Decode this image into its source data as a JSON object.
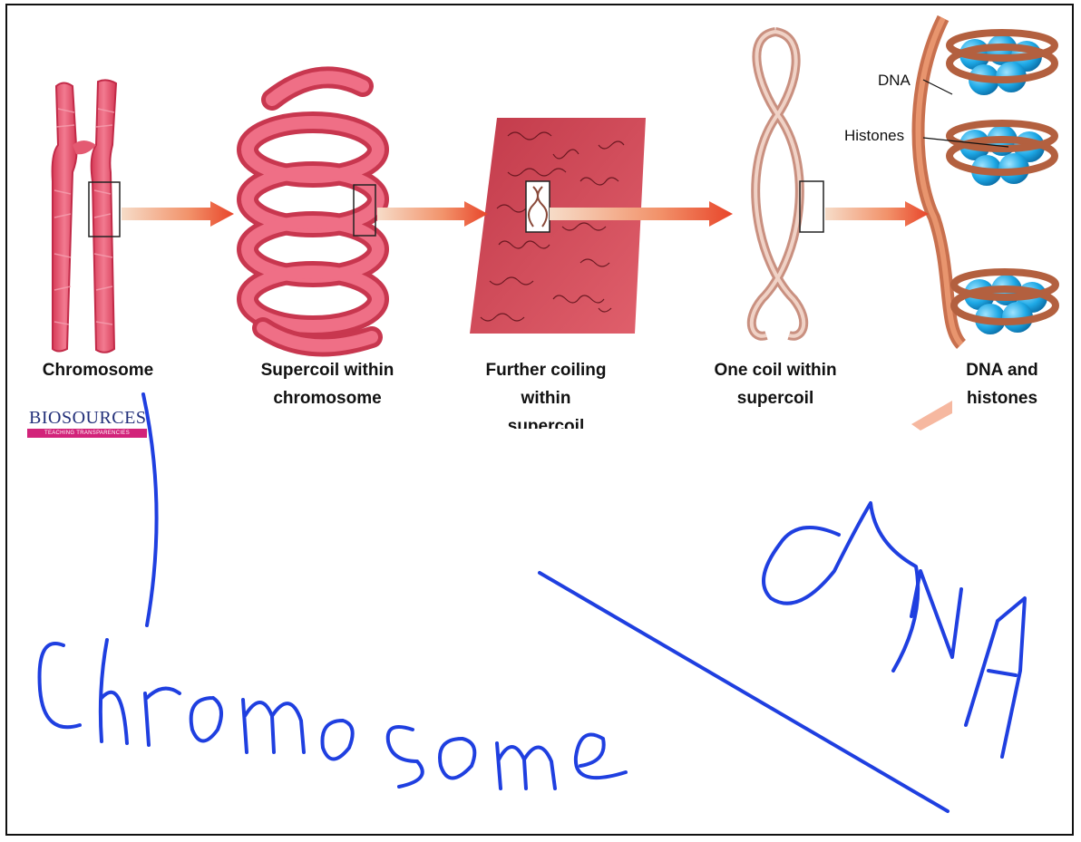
{
  "stages": [
    {
      "id": "chromosome",
      "label": "Chromosome"
    },
    {
      "id": "supercoil",
      "label": "Supercoil within\nchromosome"
    },
    {
      "id": "further",
      "label": "Further coiling\nwithin\nsupercoil"
    },
    {
      "id": "onecoil",
      "label": "One coil within\nsupercoil"
    },
    {
      "id": "dna",
      "label": "DNA and\nhistones"
    }
  ],
  "callouts": {
    "dna": "DNA",
    "histones": "Histones"
  },
  "logo": {
    "main": "BIOSOURCES",
    "sub": "TEACHING TRANSPARENCIES"
  },
  "handwriting": {
    "left_word": "Chromosome",
    "right_word": "DNA",
    "ink_color": "#1f3fe0"
  },
  "colors": {
    "chromosome_red": "#e8506a",
    "histone_blue": "#1ea9e6",
    "dna_strand": "#c8704e",
    "arrow": "#e8452a",
    "frame": "#111111"
  }
}
